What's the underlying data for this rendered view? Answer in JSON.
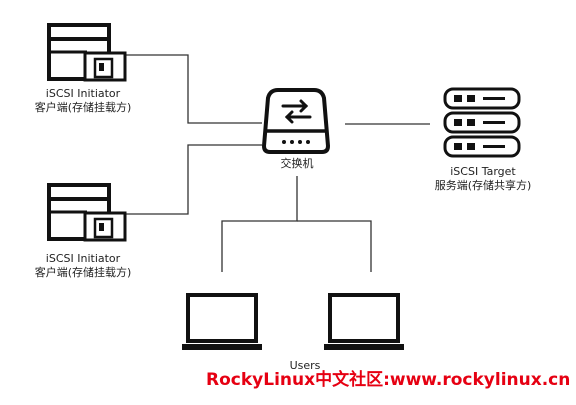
{
  "initiator_top": {
    "line1": "iSCSI Initiator",
    "line2": "客户端(存储挂载方)"
  },
  "initiator_bottom": {
    "line1": "iSCSI Initiator",
    "line2": "客户端(存储挂载方)"
  },
  "switch": {
    "label": "交换机"
  },
  "target": {
    "line1": "iSCSI Target",
    "line2": "服务端(存储共享方)"
  },
  "users": {
    "label": "Users"
  },
  "watermark": {
    "text": "RockyLinux中文社区:www.rockylinux.cn"
  }
}
